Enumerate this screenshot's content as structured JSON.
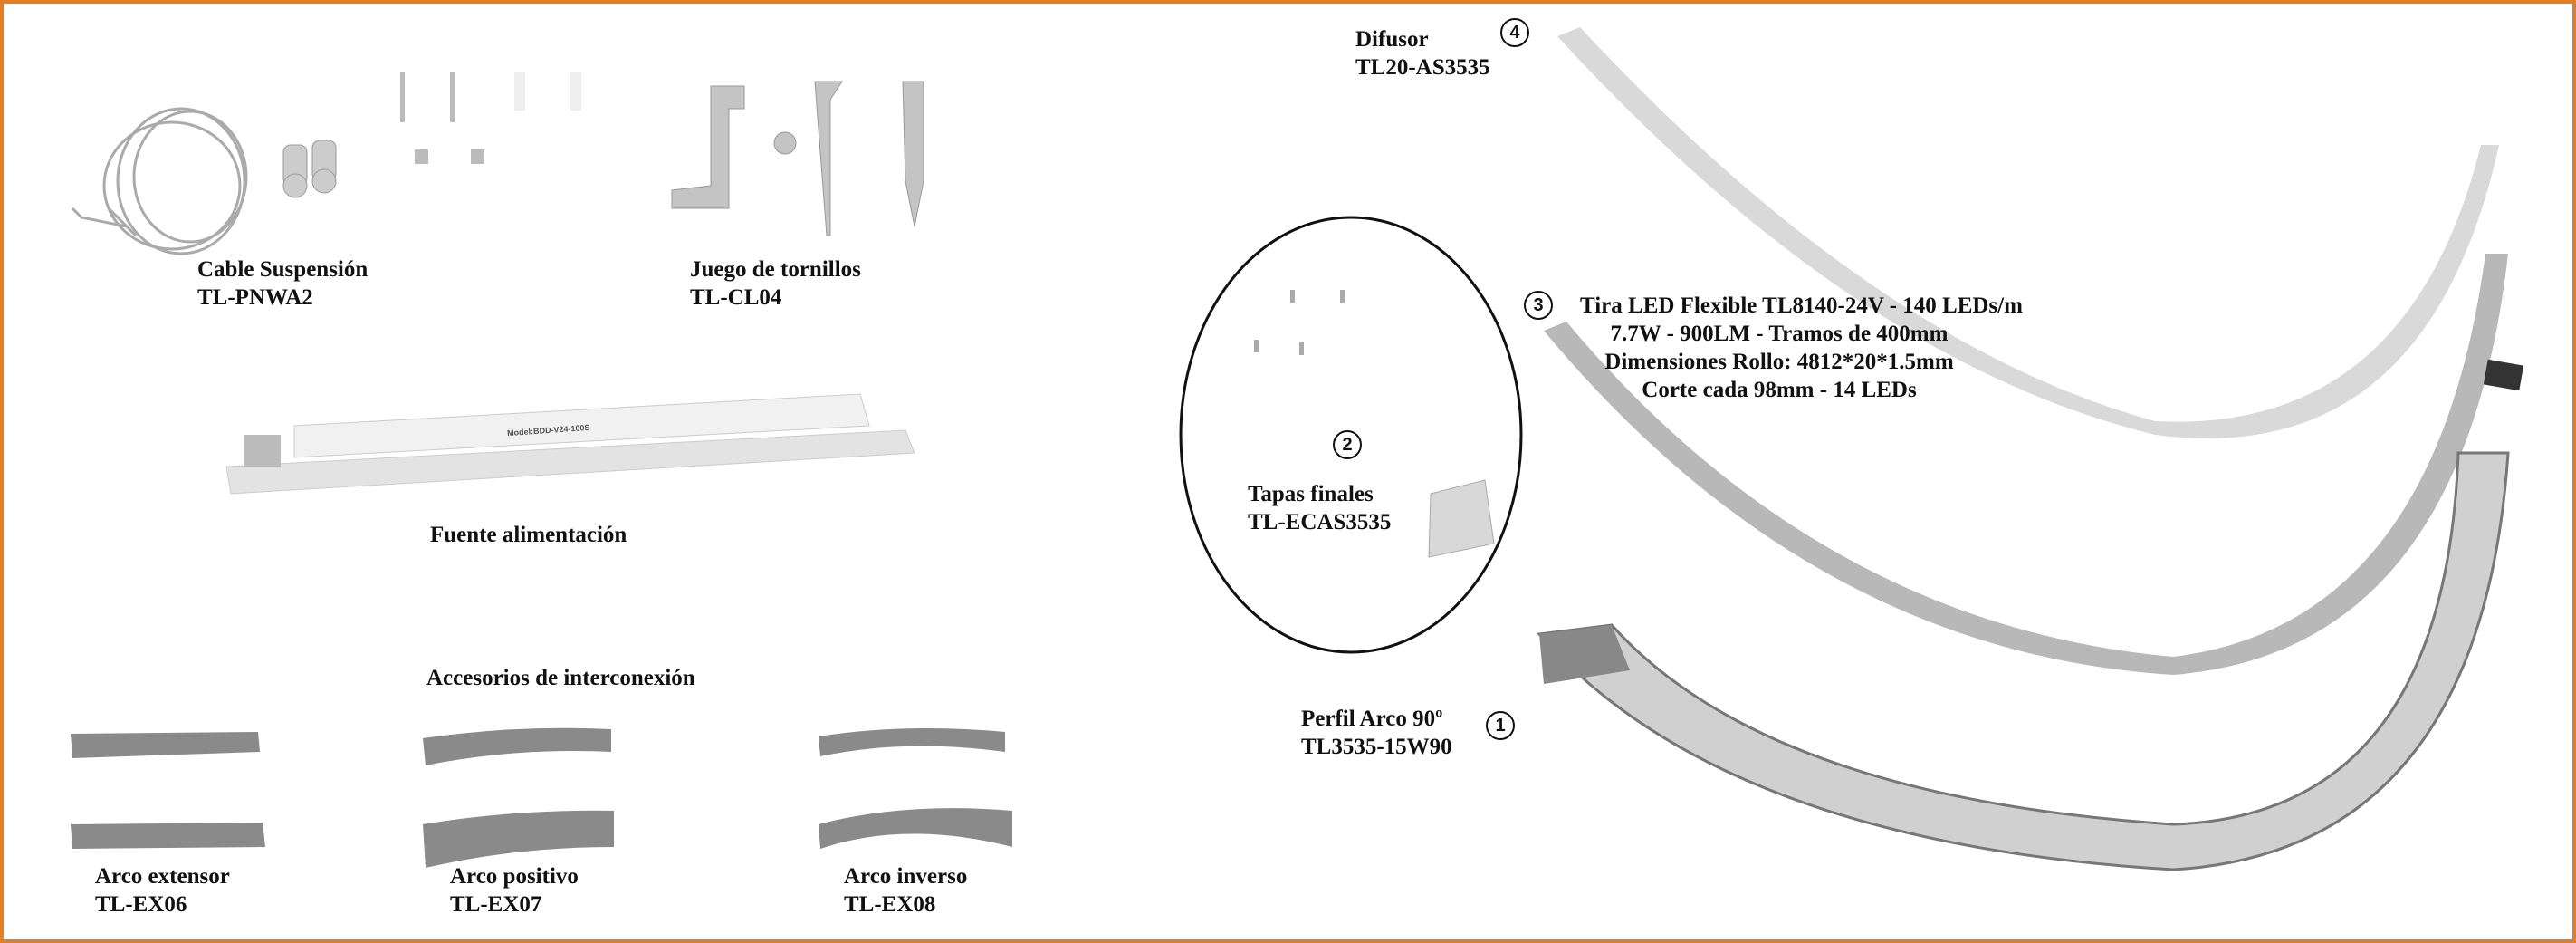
{
  "colors": {
    "border": "#e07f2a",
    "metal": "#b9b9b9",
    "dark_metal": "#7d7d7d"
  },
  "left": {
    "cable": {
      "name": "Cable Suspensión",
      "code": "TL-PNWA2"
    },
    "screws": {
      "name": "Juego de tornillos",
      "code": "TL-CL04"
    },
    "driver": {
      "name": "Fuente alimentación",
      "model": "Model:BDD-V24-100S"
    },
    "accessories": {
      "title": "Accesorios de interconexión",
      "items": [
        {
          "name": "Arco extensor",
          "code": "TL-EX06"
        },
        {
          "name": "Arco positivo",
          "code": "TL-EX07"
        },
        {
          "name": "Arco inverso",
          "code": "TL-EX08"
        }
      ]
    }
  },
  "right": {
    "diffuser": {
      "number": "4",
      "name": "Difusor",
      "code": "TL20-AS3535"
    },
    "strip": {
      "number": "3",
      "lines": [
        "Tira LED Flexible TL8140-24V - 140 LEDs/m",
        "7.7W - 900LM - Tramos de 400mm",
        "Dimensiones Rollo: 4812*20*1.5mm",
        "Corte cada 98mm - 14 LEDs"
      ]
    },
    "end_caps": {
      "number": "2",
      "name": "Tapas finales",
      "code": "TL-ECAS3535"
    },
    "profile": {
      "number": "1",
      "name": "Perfil Arco 90º",
      "code": "TL3535-15W90"
    }
  }
}
